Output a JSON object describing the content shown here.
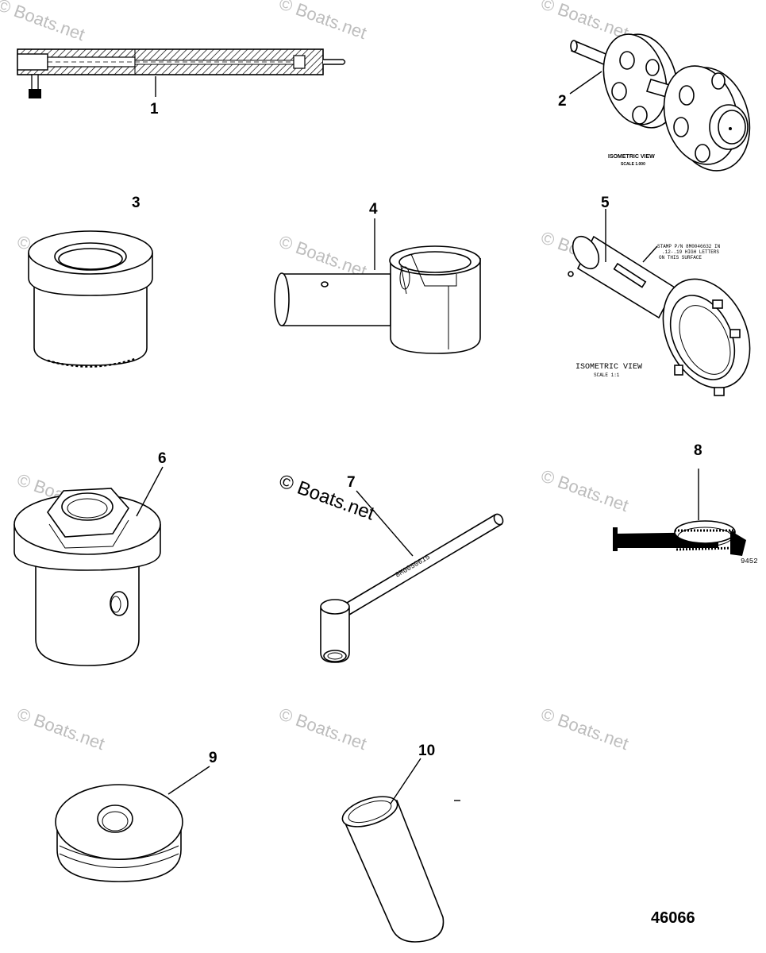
{
  "watermark": {
    "text": "© Boats.net",
    "prominent_text": "© Boats.net"
  },
  "callouts": [
    "1",
    "2",
    "3",
    "4",
    "5",
    "6",
    "7",
    "8",
    "9",
    "10"
  ],
  "part2": {
    "view_label": "ISOMETRIC VIEW",
    "scale_label": "SCALE 1.000"
  },
  "part5": {
    "stamp_line1": "STAMP P/N 8M0046632 IN",
    "stamp_line2": ".12-.19 HIGH LETTERS",
    "stamp_line3": "ON THIS SURFACE",
    "view_label": "ISOMETRIC VIEW",
    "scale_label": "SCALE 1:1"
  },
  "part7": {
    "shaft_marking": "8M0050615"
  },
  "part8": {
    "side_code": "9452"
  },
  "figure_number": "46066",
  "colors": {
    "ink": "#000000",
    "watermark": "#bdbdbd",
    "background": "#ffffff"
  }
}
